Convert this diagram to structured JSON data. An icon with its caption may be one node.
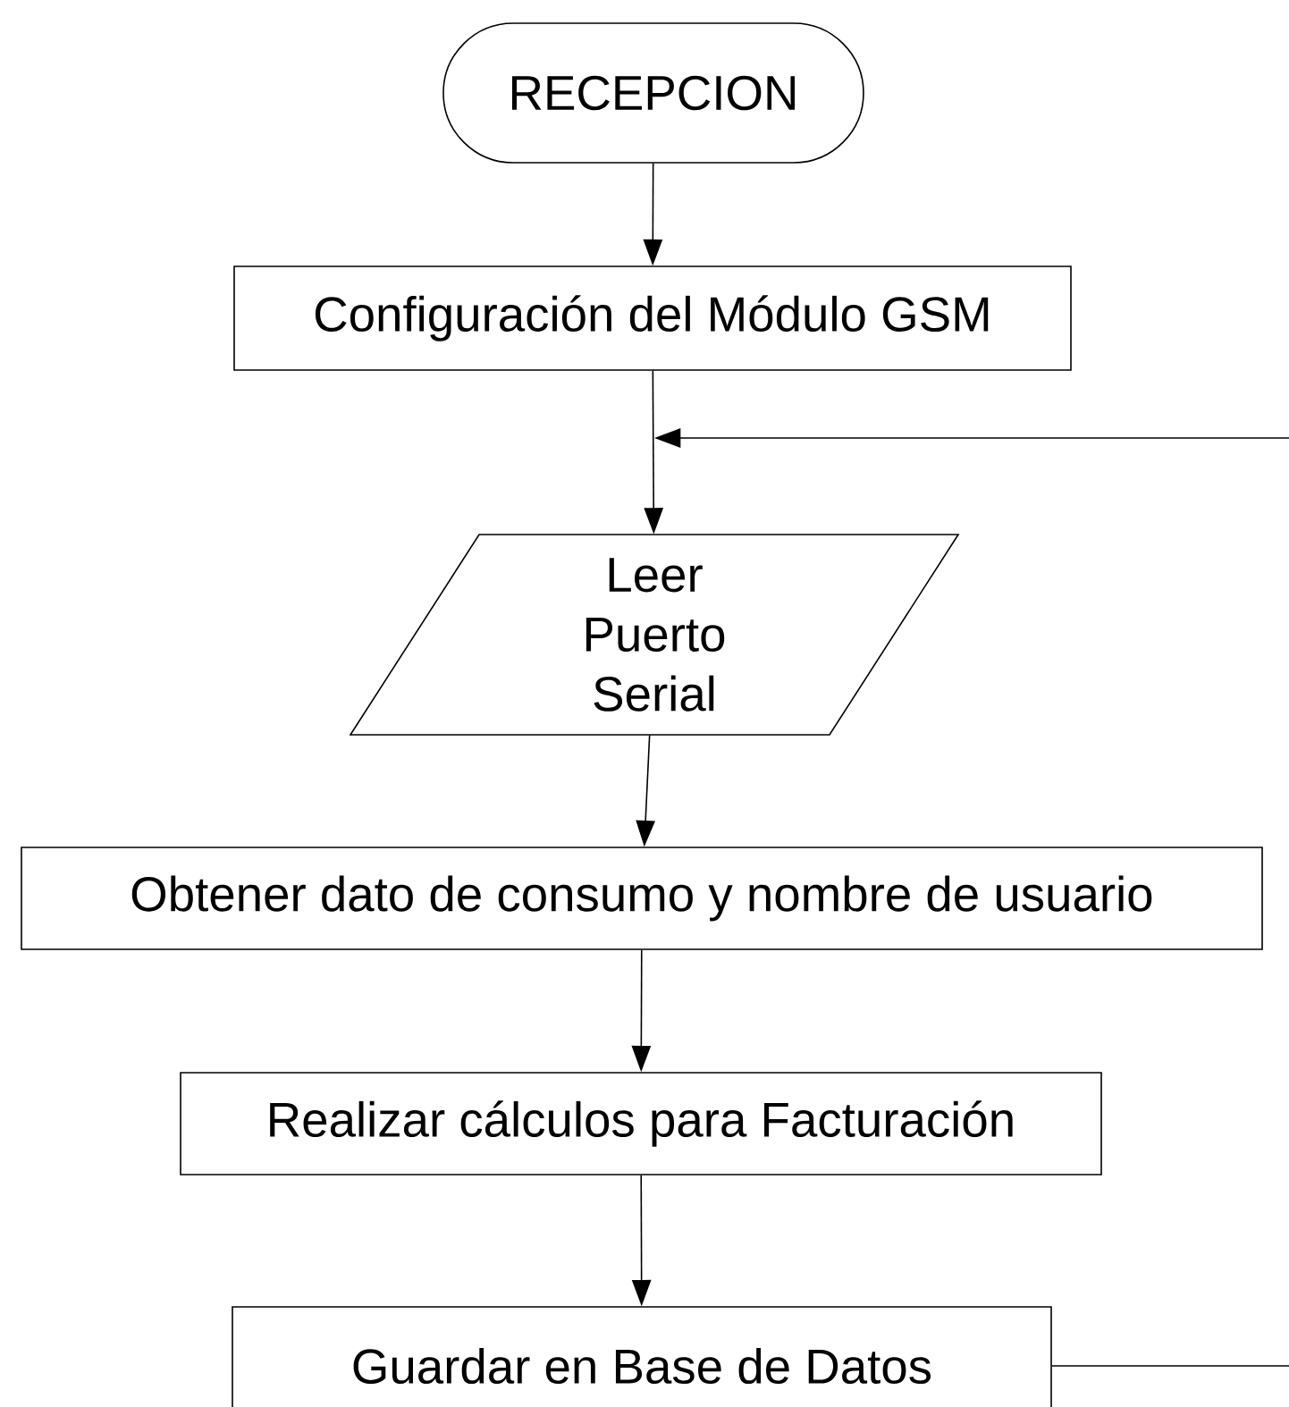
{
  "diagram": {
    "nodes": [
      {
        "text": [
          "RECEPCION"
        ]
      },
      {
        "text": [
          "Configuración del Módulo GSM"
        ]
      },
      {
        "text": [
          "Leer Puerto Serial"
        ]
      },
      {
        "text": [
          "Obtener dato de consumo y nombre de usuario"
        ]
      },
      {
        "text": [
          "Realizar cálculos para Facturación"
        ]
      },
      {
        "text": [
          "Guardar en Base de Datos"
        ]
      }
    ],
    "edges": [
      {
        "from": 0,
        "to": 1,
        "arrow": "to"
      },
      {
        "from": 1,
        "to": 2,
        "arrow": "to"
      },
      {
        "from": 2,
        "to": 3,
        "arrow": "to"
      },
      {
        "from": 3,
        "to": 4,
        "arrow": "to"
      },
      {
        "from": 4,
        "to": 5,
        "arrow": "to"
      },
      {
        "from": 5,
        "to": null,
        "arrow": "none"
      },
      {
        "from": null,
        "to": 2,
        "arrow": "to"
      }
    ]
  }
}
